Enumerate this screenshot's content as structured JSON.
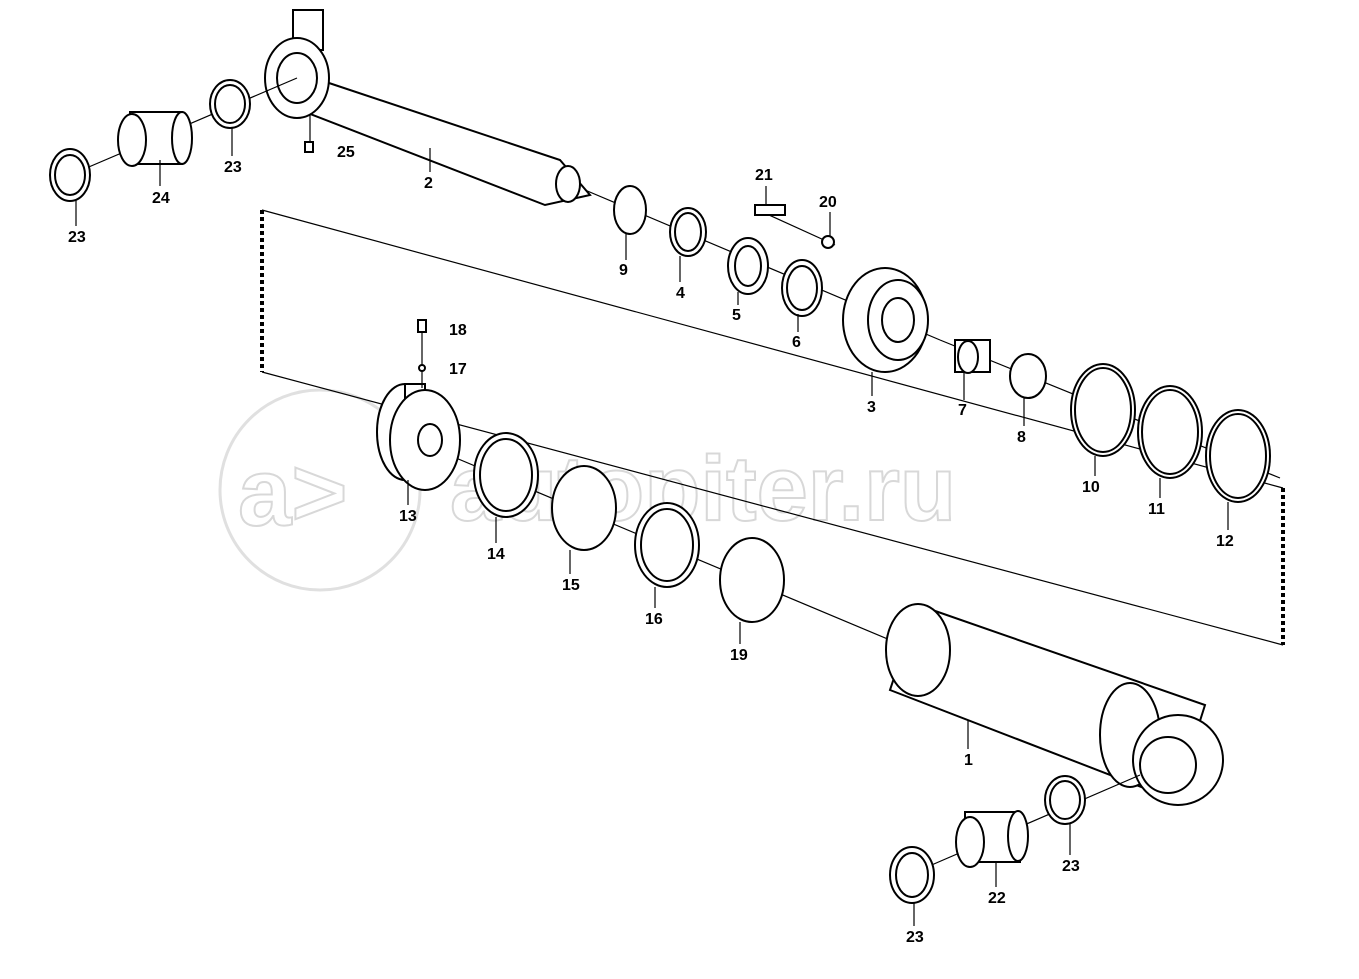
{
  "watermark": {
    "text": "autopiter.ru",
    "logo_text": "a>"
  },
  "callouts": [
    {
      "id": "c23a",
      "text": "23"
    },
    {
      "id": "c24",
      "text": "24"
    },
    {
      "id": "c23b",
      "text": "23"
    },
    {
      "id": "c25",
      "text": "25"
    },
    {
      "id": "c2",
      "text": "2"
    },
    {
      "id": "c9",
      "text": "9"
    },
    {
      "id": "c4",
      "text": "4"
    },
    {
      "id": "c21",
      "text": "21"
    },
    {
      "id": "c20",
      "text": "20"
    },
    {
      "id": "c5",
      "text": "5"
    },
    {
      "id": "c6",
      "text": "6"
    },
    {
      "id": "c3",
      "text": "3"
    },
    {
      "id": "c7",
      "text": "7"
    },
    {
      "id": "c8",
      "text": "8"
    },
    {
      "id": "c10",
      "text": "10"
    },
    {
      "id": "c11",
      "text": "11"
    },
    {
      "id": "c12",
      "text": "12"
    },
    {
      "id": "c18",
      "text": "18"
    },
    {
      "id": "c17",
      "text": "17"
    },
    {
      "id": "c13",
      "text": "13"
    },
    {
      "id": "c14",
      "text": "14"
    },
    {
      "id": "c15",
      "text": "15"
    },
    {
      "id": "c16",
      "text": "16"
    },
    {
      "id": "c19",
      "text": "19"
    },
    {
      "id": "c1",
      "text": "1"
    },
    {
      "id": "c23c",
      "text": "23"
    },
    {
      "id": "c22",
      "text": "22"
    },
    {
      "id": "c23d",
      "text": "23"
    }
  ]
}
